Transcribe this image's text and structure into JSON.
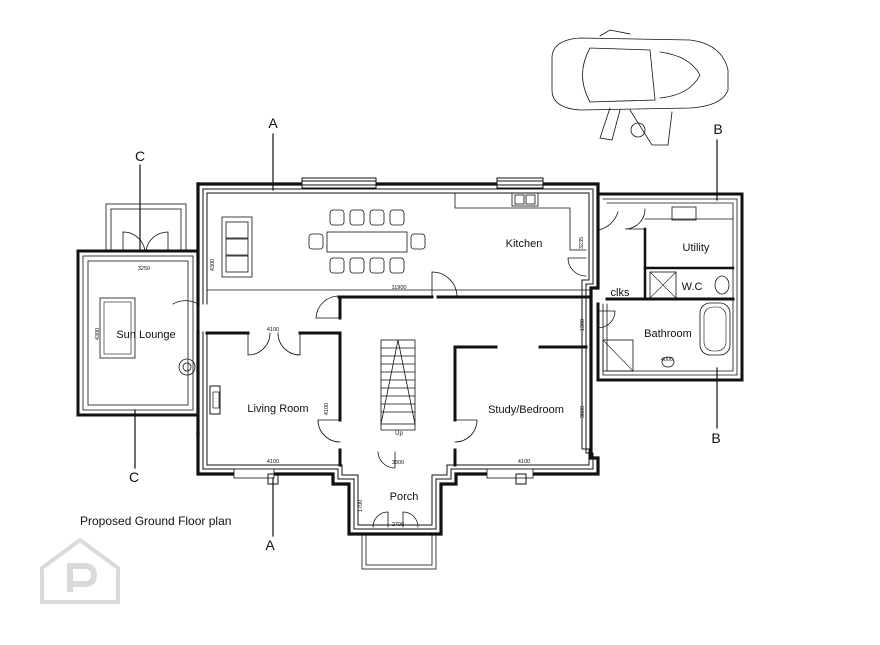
{
  "plan_title": "Proposed Ground Floor plan",
  "rooms": {
    "kitchen": "Kitchen",
    "utility": "Utility",
    "wc": "W.C",
    "clks": "clks",
    "bathroom": "Bathroom",
    "sun_lounge": "Sun Lounge",
    "living_room": "Living Room",
    "study_bedroom": "Study/Bedroom",
    "porch": "Porch"
  },
  "stair_label": "Up",
  "section_marks": {
    "a_top": "A",
    "a_bottom": "A",
    "b_top": "B",
    "b_bottom": "B",
    "c_top": "C",
    "c_bottom": "C"
  },
  "dimensions": {
    "sun_lounge_width": "3250",
    "sun_lounge_depth": "4300",
    "kitchen_height": "4300",
    "hall_width": "11900",
    "kitchen_right": "3235",
    "living_width_top": "4100",
    "living_width_bottom": "4100",
    "living_depth": "4100",
    "study_width": "4100",
    "study_depth": "3800",
    "clks_depth": "1300",
    "bathroom_width": "4000",
    "porch_width": "3300",
    "porch_depth": "1700",
    "porch_door": "2700"
  },
  "colors": {
    "line": "#111111",
    "watermark": "#d8d8d8"
  }
}
